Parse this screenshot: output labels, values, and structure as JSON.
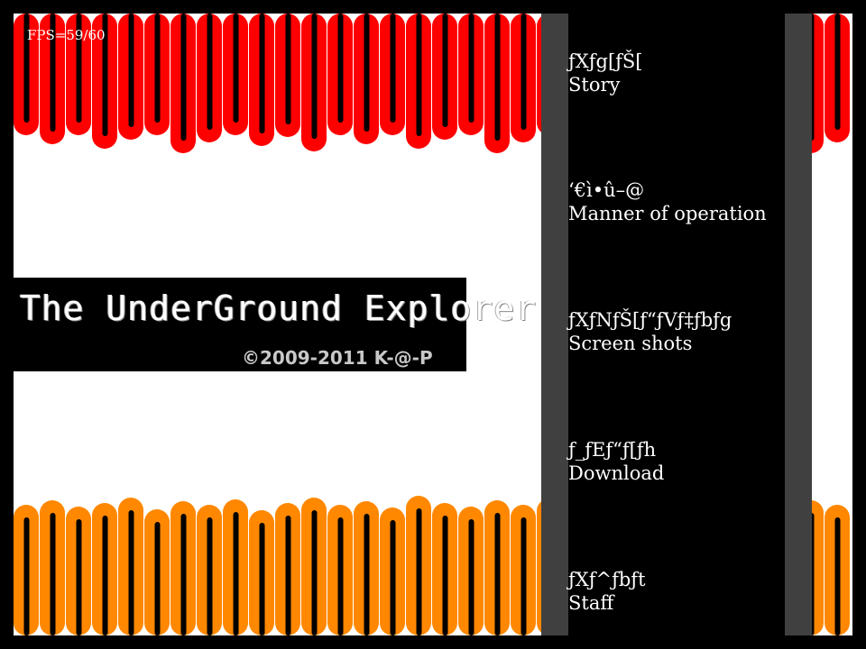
{
  "hud": {
    "fps": "FPS=59/60"
  },
  "logo": {
    "title": "The UnderGround Explorer",
    "copyright": "©2009-2011 K-@-P"
  },
  "menu": {
    "items": [
      {
        "jp": "ƒXƒg[ƒŠ[",
        "en": "Story"
      },
      {
        "jp": "‘€ì•û–@",
        "en": "Manner of operation"
      },
      {
        "jp": "ƒXƒNƒŠ[ƒ“ƒVƒ‡ƒbƒg",
        "en": "Screen shots"
      },
      {
        "jp": "ƒ_ƒEƒ“ƒ[ƒh",
        "en": "Download"
      },
      {
        "jp": "ƒXƒ^ƒbƒt",
        "en": "Staff"
      }
    ]
  },
  "colors": {
    "background": "#000000",
    "field": "#ffffff",
    "top_curtain": "#ff0000",
    "bottom_curtain": "#ff8800",
    "menu_rail": "#404040",
    "menu_panel": "#000000",
    "text": "#ffffff"
  }
}
